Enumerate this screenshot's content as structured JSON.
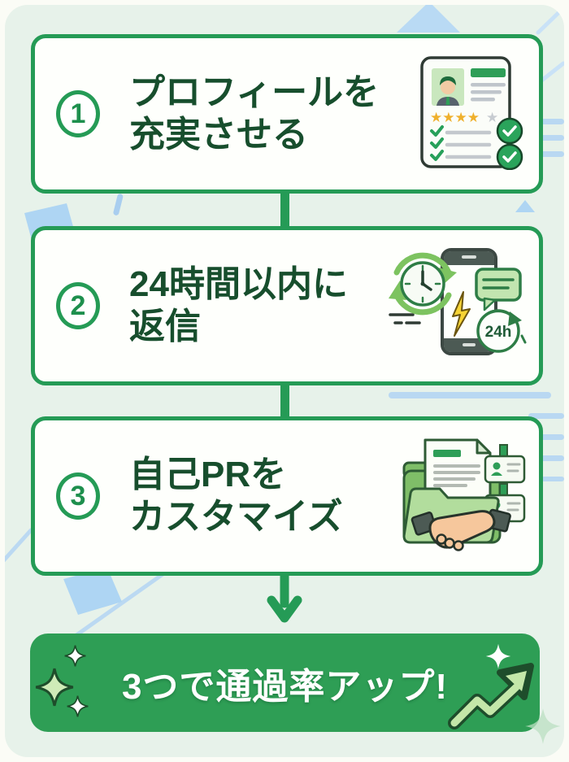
{
  "steps": [
    {
      "number": "1",
      "title_line1": "プロフィールを",
      "title_line2": "充実させる",
      "icon": "profile-card-icon",
      "stars_gold": "★★★★",
      "stars_gray": "★"
    },
    {
      "number": "2",
      "title_line1": "24時間以内に",
      "title_line2": "返信",
      "icon": "reply-24h-icon",
      "icon_badge_label": "24h"
    },
    {
      "number": "3",
      "title_line1": "自己PRを",
      "title_line2": "カスタマイズ",
      "icon": "folder-handshake-icon"
    }
  ],
  "result_banner": {
    "label": "3つで通過率アップ!"
  },
  "colors": {
    "accent_green": "#259B56",
    "dark_text_green": "#174E2D",
    "banner_green": "#2E9E55",
    "background_mint": "#E7F2EA",
    "decor_blue": "#B9D8F2",
    "star_gold": "#EFB02C",
    "star_gray": "#C7CCD1",
    "lightning_yellow": "#F6D335"
  }
}
